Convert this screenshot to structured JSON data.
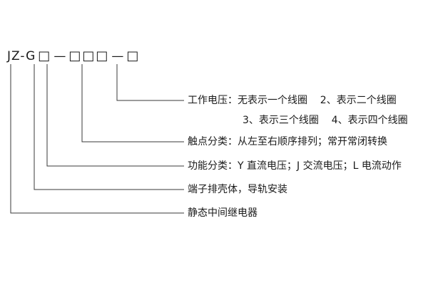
{
  "code": {
    "letters": "JZ-G",
    "box_single": "□",
    "separator": "—",
    "box_triple": "□□□",
    "box_last": "□"
  },
  "labels": {
    "working_voltage_1": "工作电压：无表示一个线圈    2、表示二个线圈",
    "working_voltage_2": "3、表示三个线圈    4、表示四个线圈",
    "contact": "触点分类：从左至右顺序排列；常开常闭转换",
    "function": "功能分类：Y 直流电压；J 交流电压；L 电流动作",
    "terminal": "端子排壳体，导轨安装",
    "relay": "静态中间继电器"
  },
  "colors": {
    "text": "#1a1a1a",
    "line": "#3a3a3a",
    "background": "#ffffff"
  }
}
